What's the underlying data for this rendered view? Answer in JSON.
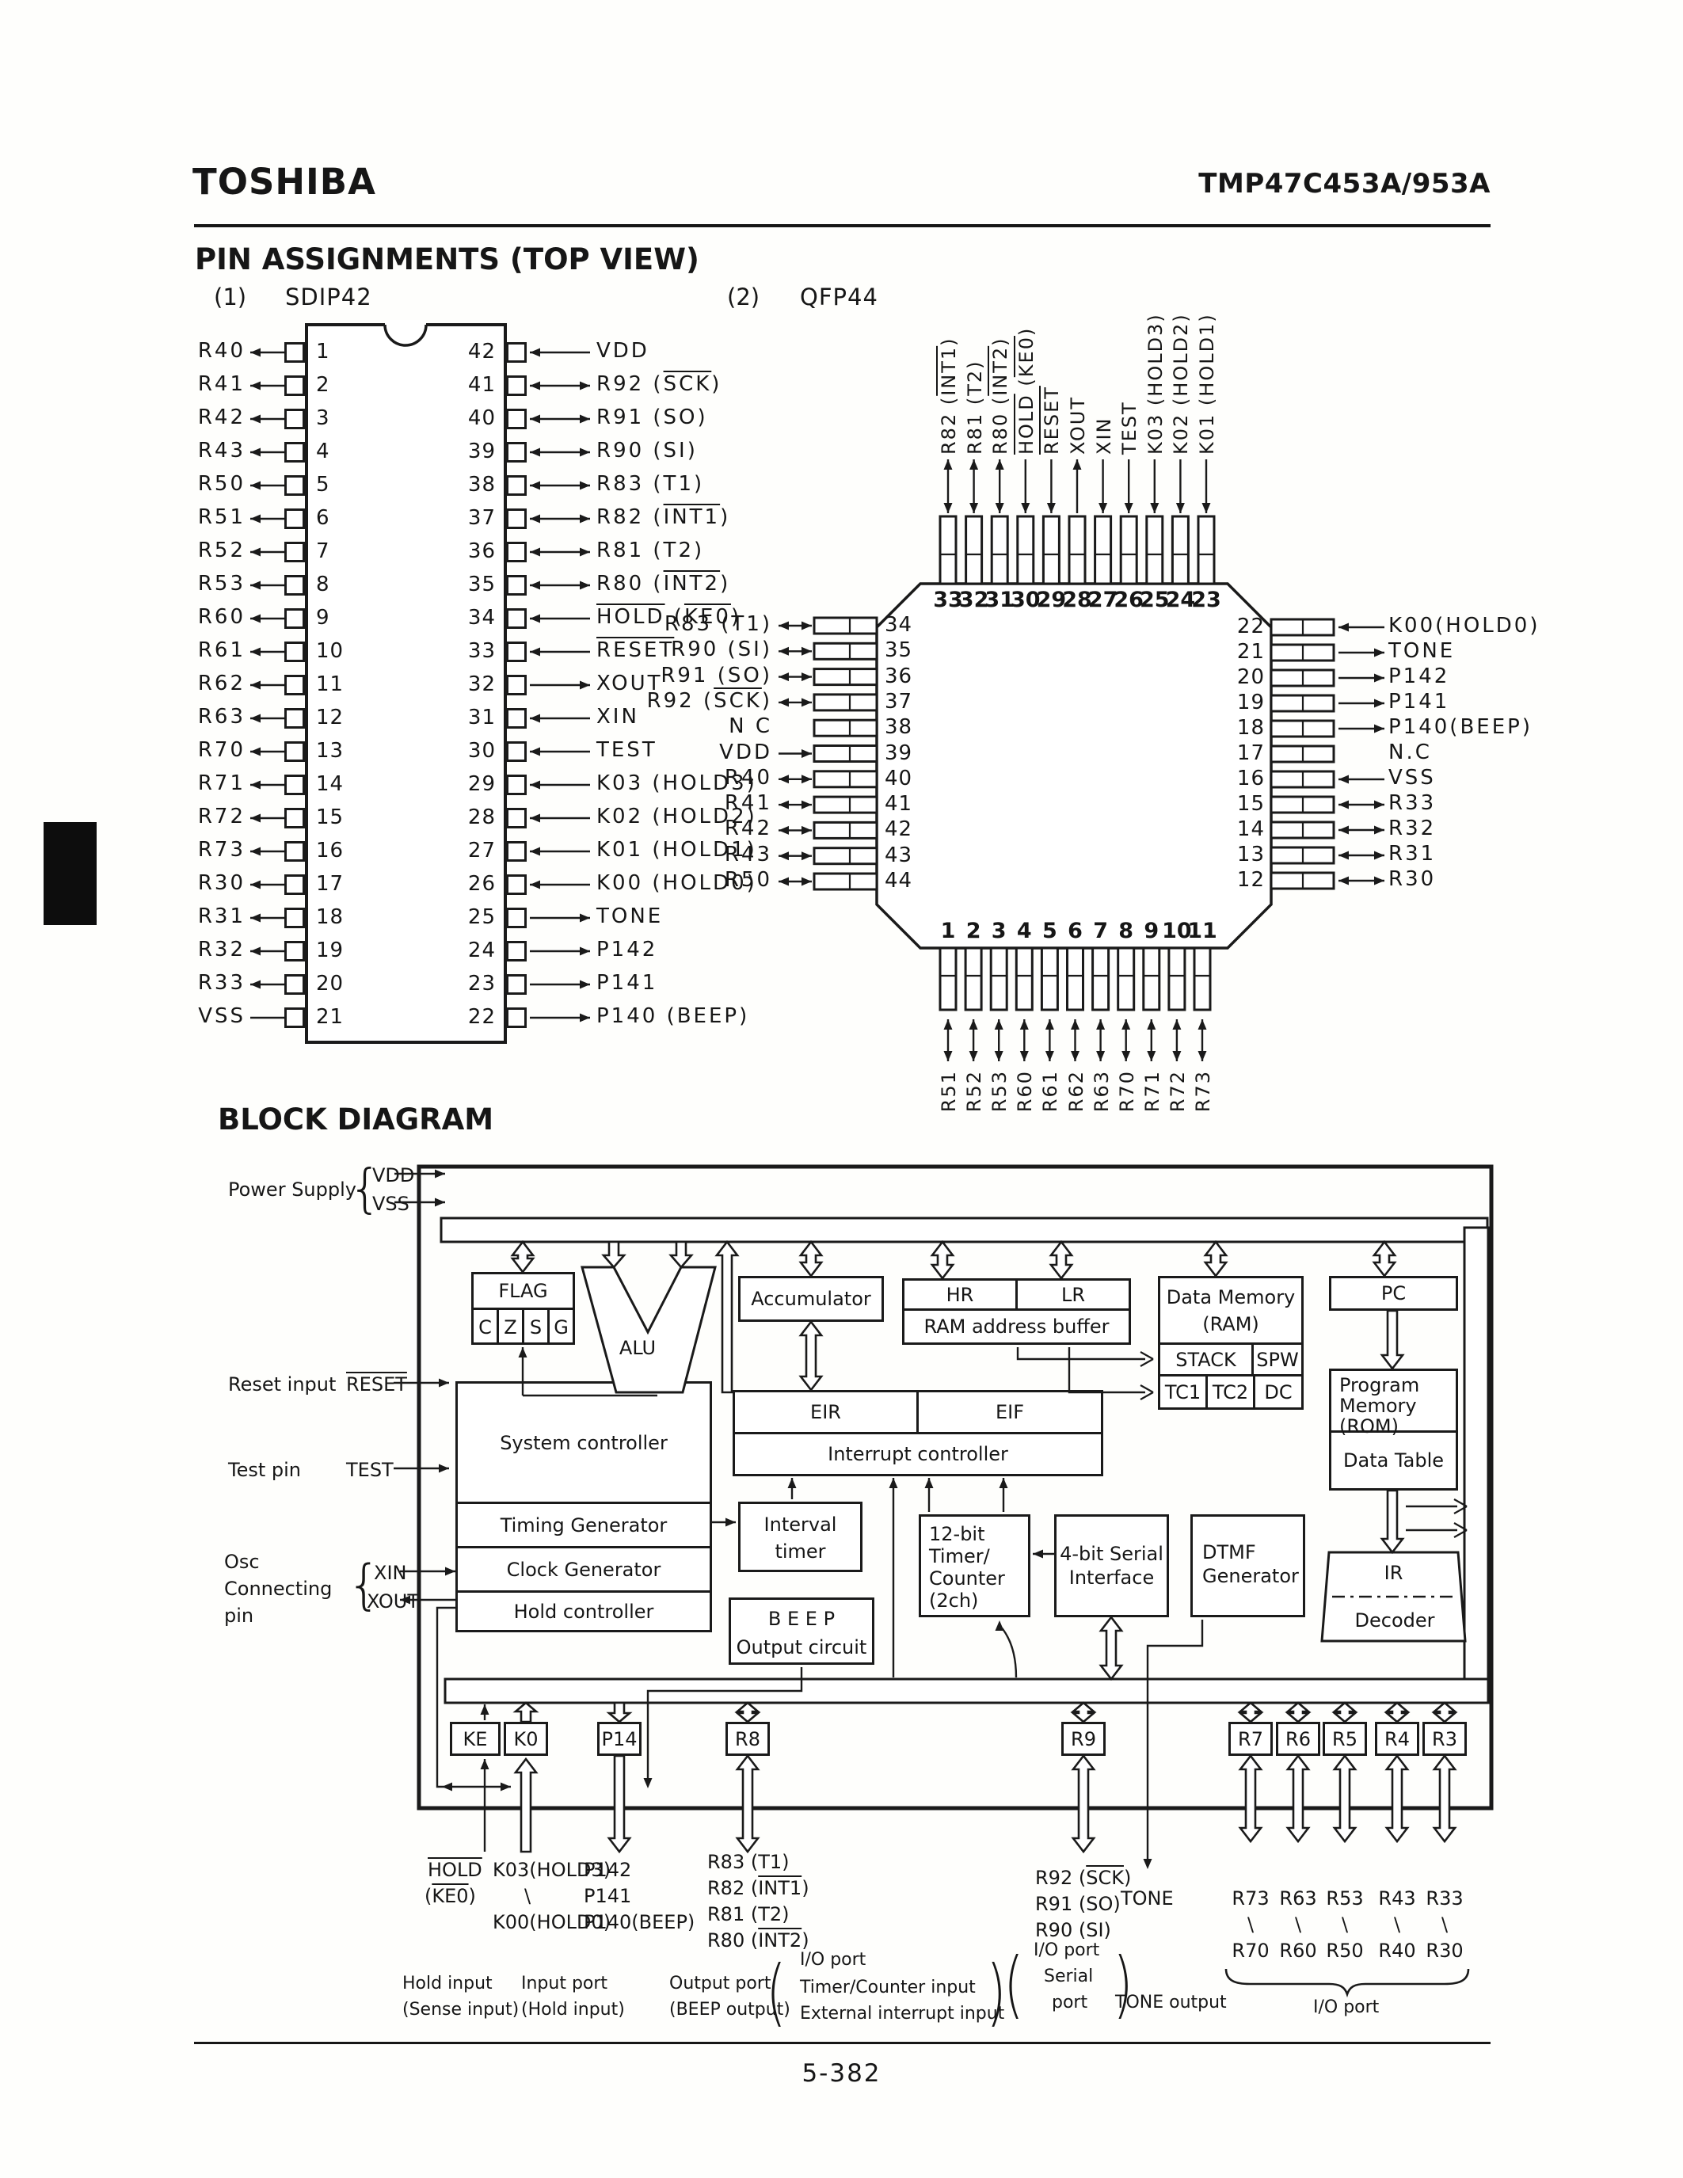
{
  "header": {
    "brand": "TOSHIBA",
    "part": "TMP47C453A/953A"
  },
  "pin_section": {
    "title": "PIN ASSIGNMENTS (TOP VIEW)",
    "pkg1_idx": "(1)",
    "pkg1": "SDIP42",
    "pkg2_idx": "(2)",
    "pkg2": "QFP44"
  },
  "sdip42": {
    "left": [
      {
        "n": "1",
        "l": "R40",
        "d": "bidir"
      },
      {
        "n": "2",
        "l": "R41",
        "d": "bidir"
      },
      {
        "n": "3",
        "l": "R42",
        "d": "bidir"
      },
      {
        "n": "4",
        "l": "R43",
        "d": "bidir"
      },
      {
        "n": "5",
        "l": "R50",
        "d": "bidir"
      },
      {
        "n": "6",
        "l": "R51",
        "d": "bidir"
      },
      {
        "n": "7",
        "l": "R52",
        "d": "bidir"
      },
      {
        "n": "8",
        "l": "R53",
        "d": "bidir"
      },
      {
        "n": "9",
        "l": "R60",
        "d": "bidir"
      },
      {
        "n": "10",
        "l": "R61",
        "d": "bidir"
      },
      {
        "n": "11",
        "l": "R62",
        "d": "bidir"
      },
      {
        "n": "12",
        "l": "R63",
        "d": "bidir"
      },
      {
        "n": "13",
        "l": "R70",
        "d": "bidir"
      },
      {
        "n": "14",
        "l": "R71",
        "d": "bidir"
      },
      {
        "n": "15",
        "l": "R72",
        "d": "bidir"
      },
      {
        "n": "16",
        "l": "R73",
        "d": "bidir"
      },
      {
        "n": "17",
        "l": "R30",
        "d": "bidir"
      },
      {
        "n": "18",
        "l": "R31",
        "d": "bidir"
      },
      {
        "n": "19",
        "l": "R32",
        "d": "bidir"
      },
      {
        "n": "20",
        "l": "R33",
        "d": "bidir"
      },
      {
        "n": "21",
        "l": "VSS",
        "d": "in"
      }
    ],
    "right": [
      {
        "n": "42",
        "l": "VDD",
        "d": "in"
      },
      {
        "n": "41",
        "l": "R92 ([SCK])",
        "d": "bidir"
      },
      {
        "n": "40",
        "l": "R91 (SO)",
        "d": "bidir"
      },
      {
        "n": "39",
        "l": "R90 (SI)",
        "d": "bidir"
      },
      {
        "n": "38",
        "l": "R83 (T1)",
        "d": "bidir"
      },
      {
        "n": "37",
        "l": "R82 ([INT1])",
        "d": "bidir"
      },
      {
        "n": "36",
        "l": "R81 (T2)",
        "d": "bidir"
      },
      {
        "n": "35",
        "l": "R80 ([INT2])",
        "d": "bidir"
      },
      {
        "n": "34",
        "l": "[HOLD] ([KE0])",
        "d": "in"
      },
      {
        "n": "33",
        "l": "[RESET]",
        "d": "in"
      },
      {
        "n": "32",
        "l": "XOUT",
        "d": "out"
      },
      {
        "n": "31",
        "l": "XIN",
        "d": "in"
      },
      {
        "n": "30",
        "l": "TEST",
        "d": "in"
      },
      {
        "n": "29",
        "l": "K03 (HOLD3)",
        "d": "in"
      },
      {
        "n": "28",
        "l": "K02 (HOLD2)",
        "d": "in"
      },
      {
        "n": "27",
        "l": "K01 (HOLD1)",
        "d": "in"
      },
      {
        "n": "26",
        "l": "K00 (HOLD0)",
        "d": "in"
      },
      {
        "n": "25",
        "l": "TONE",
        "d": "out"
      },
      {
        "n": "24",
        "l": "P142",
        "d": "out"
      },
      {
        "n": "23",
        "l": "P141",
        "d": "out"
      },
      {
        "n": "22",
        "l": "P140 (BEEP)",
        "d": "out"
      }
    ]
  },
  "qfp44": {
    "top": [
      {
        "n": "33",
        "l": "R82 ([INT1])",
        "d": "bidir"
      },
      {
        "n": "32",
        "l": "R81 (T2)",
        "d": "bidir"
      },
      {
        "n": "31",
        "l": "R80 ([INT2])",
        "d": "bidir"
      },
      {
        "n": "30",
        "l": "[HOLD] ([KE0])",
        "d": "in"
      },
      {
        "n": "29",
        "l": "[RESET]",
        "d": "in"
      },
      {
        "n": "28",
        "l": "XOUT",
        "d": "out"
      },
      {
        "n": "27",
        "l": "XIN",
        "d": "in"
      },
      {
        "n": "26",
        "l": "TEST",
        "d": "in"
      },
      {
        "n": "25",
        "l": "K03 (HOLD3)",
        "d": "in"
      },
      {
        "n": "24",
        "l": "K02 (HOLD2)",
        "d": "in"
      },
      {
        "n": "23",
        "l": "K01 (HOLD1)",
        "d": "in"
      }
    ],
    "left": [
      {
        "n": "34",
        "l": "R83 (T1)",
        "d": "bidir"
      },
      {
        "n": "35",
        "l": "R90 (SI)",
        "d": "bidir"
      },
      {
        "n": "36",
        "l": "R91 (SO)",
        "d": "bidir"
      },
      {
        "n": "37",
        "l": "R92 ([SCK])",
        "d": "bidir"
      },
      {
        "n": "38",
        "l": "N C",
        "d": "none"
      },
      {
        "n": "39",
        "l": "VDD",
        "d": "in"
      },
      {
        "n": "40",
        "l": "R40",
        "d": "bidir"
      },
      {
        "n": "41",
        "l": "R41",
        "d": "bidir"
      },
      {
        "n": "42",
        "l": "R42",
        "d": "bidir"
      },
      {
        "n": "43",
        "l": "R43",
        "d": "bidir"
      },
      {
        "n": "44",
        "l": "R50",
        "d": "bidir"
      }
    ],
    "right": [
      {
        "n": "22",
        "l": "K00(HOLD0)",
        "d": "in"
      },
      {
        "n": "21",
        "l": "TONE",
        "d": "out"
      },
      {
        "n": "20",
        "l": "P142",
        "d": "out"
      },
      {
        "n": "19",
        "l": "P141",
        "d": "out"
      },
      {
        "n": "18",
        "l": "P140(BEEP)",
        "d": "out"
      },
      {
        "n": "17",
        "l": "N.C",
        "d": "none"
      },
      {
        "n": "16",
        "l": "VSS",
        "d": "in"
      },
      {
        "n": "15",
        "l": "R33",
        "d": "bidir"
      },
      {
        "n": "14",
        "l": "R32",
        "d": "bidir"
      },
      {
        "n": "13",
        "l": "R31",
        "d": "bidir"
      },
      {
        "n": "12",
        "l": "R30",
        "d": "bidir"
      }
    ],
    "bottom": [
      {
        "n": "1",
        "l": "R51",
        "d": "bidir"
      },
      {
        "n": "2",
        "l": "R52",
        "d": "bidir"
      },
      {
        "n": "3",
        "l": "R53",
        "d": "bidir"
      },
      {
        "n": "4",
        "l": "R60",
        "d": "bidir"
      },
      {
        "n": "5",
        "l": "R61",
        "d": "bidir"
      },
      {
        "n": "6",
        "l": "R62",
        "d": "bidir"
      },
      {
        "n": "7",
        "l": "R63",
        "d": "bidir"
      },
      {
        "n": "8",
        "l": "R70",
        "d": "bidir"
      },
      {
        "n": "9",
        "l": "R71",
        "d": "bidir"
      },
      {
        "n": "10",
        "l": "R72",
        "d": "bidir"
      },
      {
        "n": "11",
        "l": "R73",
        "d": "bidir"
      }
    ]
  },
  "block": {
    "title": "BLOCK DIAGRAM",
    "ext": {
      "power_supply": "Power Supply",
      "vdd": "VDD",
      "vss": "VSS",
      "reset_input": "Reset input",
      "reset": "[RESET]",
      "test_pin": "Test pin",
      "test": "TEST",
      "osc": [
        "Osc",
        "Connecting",
        "pin"
      ],
      "xin": "XIN",
      "xout": "XOUT"
    },
    "blocks": {
      "flag": "FLAG",
      "flag_bits": [
        "C",
        "Z",
        "S",
        "G"
      ],
      "alu": "ALU",
      "accumulator": "Accumulator",
      "hr": "HR",
      "lr": "LR",
      "ram_buf": "RAM address buffer",
      "data_memory": [
        "Data Memory",
        "(RAM)"
      ],
      "stack": "STACK",
      "spw": "SPW",
      "tc1": "TC1",
      "tc2": "TC2",
      "dc": "DC",
      "pc": "PC",
      "rom": [
        "Program",
        "Memory",
        "(ROM)"
      ],
      "data_table": "Data Table",
      "eir": "EIR",
      "eif": "EIF",
      "intc": "Interrupt controller",
      "sysc": "System controller",
      "timing": "Timing Generator",
      "clock": "Clock Generator",
      "hold": "Hold controller",
      "interval": [
        "Interval",
        "timer"
      ],
      "tc12": [
        "12-bit",
        "Timer/",
        "Counter",
        "(2ch)"
      ],
      "serial": [
        "4-bit Serial",
        "Interface"
      ],
      "dtmf": [
        "DTMF",
        "Generator"
      ],
      "beep": [
        "B E E P",
        "Output circuit"
      ],
      "ir": "IR",
      "decoder": "Decoder"
    },
    "ports": [
      "KE",
      "K0",
      "P14",
      "R8",
      "R9",
      "R7",
      "R6",
      "R5",
      "R4",
      "R3"
    ],
    "pin_labels": {
      "ke": [
        "[HOLD]",
        "([KE0])"
      ],
      "k0": [
        "K03(HOLD3)",
        "\\",
        "K00(HOLD0)"
      ],
      "p14": [
        "P142",
        "P141",
        "P140(BEEP)"
      ],
      "r8": [
        "R83 (T1)",
        "R82 ([INT1])",
        "R81 (T2)",
        "R80 ([INT2])"
      ],
      "r9": [
        "R92 ([SCK])",
        "R91 (SO)",
        "R90 (SI)"
      ],
      "tone": "TONE",
      "io_top": [
        "R73",
        "R63",
        "R53",
        "R43",
        "R33"
      ],
      "io_sep": [
        "\\",
        "\\",
        "\\",
        "\\",
        "\\"
      ],
      "io_bottom": [
        "R70",
        "R60",
        "R50",
        "R40",
        "R30"
      ]
    },
    "captions": {
      "hold": [
        "Hold input",
        "(Sense input)"
      ],
      "input": [
        "Input port",
        "(Hold input)"
      ],
      "output": [
        "Output port",
        "(BEEP output)"
      ],
      "io_tc": [
        "I/O port",
        "Timer/Counter input",
        "External interrupt input"
      ],
      "io_serial": [
        "I/O port",
        "Serial",
        "port"
      ],
      "tone_out": "TONE output",
      "io": "I/O port"
    }
  },
  "footer": {
    "page": "5-382"
  }
}
